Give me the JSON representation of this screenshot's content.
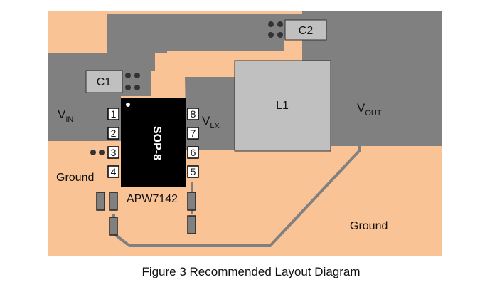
{
  "labels": {
    "c1": "C1",
    "c2": "C2",
    "l1": "L1",
    "vin_main": "V",
    "vin_sub": "IN",
    "vlx_main": "V",
    "vlx_sub": "LX",
    "vout_main": "V",
    "vout_sub": "OUT",
    "ground_left": "Ground",
    "ground_right": "Ground",
    "package": "SOP-8",
    "part": "APW7142"
  },
  "pins": [
    "1",
    "2",
    "3",
    "4",
    "5",
    "6",
    "7",
    "8"
  ],
  "caption": "Figure 3 Recommended Layout Diagram",
  "colors": {
    "board": "#f9c396",
    "copper": "#808080",
    "chip": "#000000",
    "component": "#c0c0c0",
    "trace": "#808080"
  }
}
